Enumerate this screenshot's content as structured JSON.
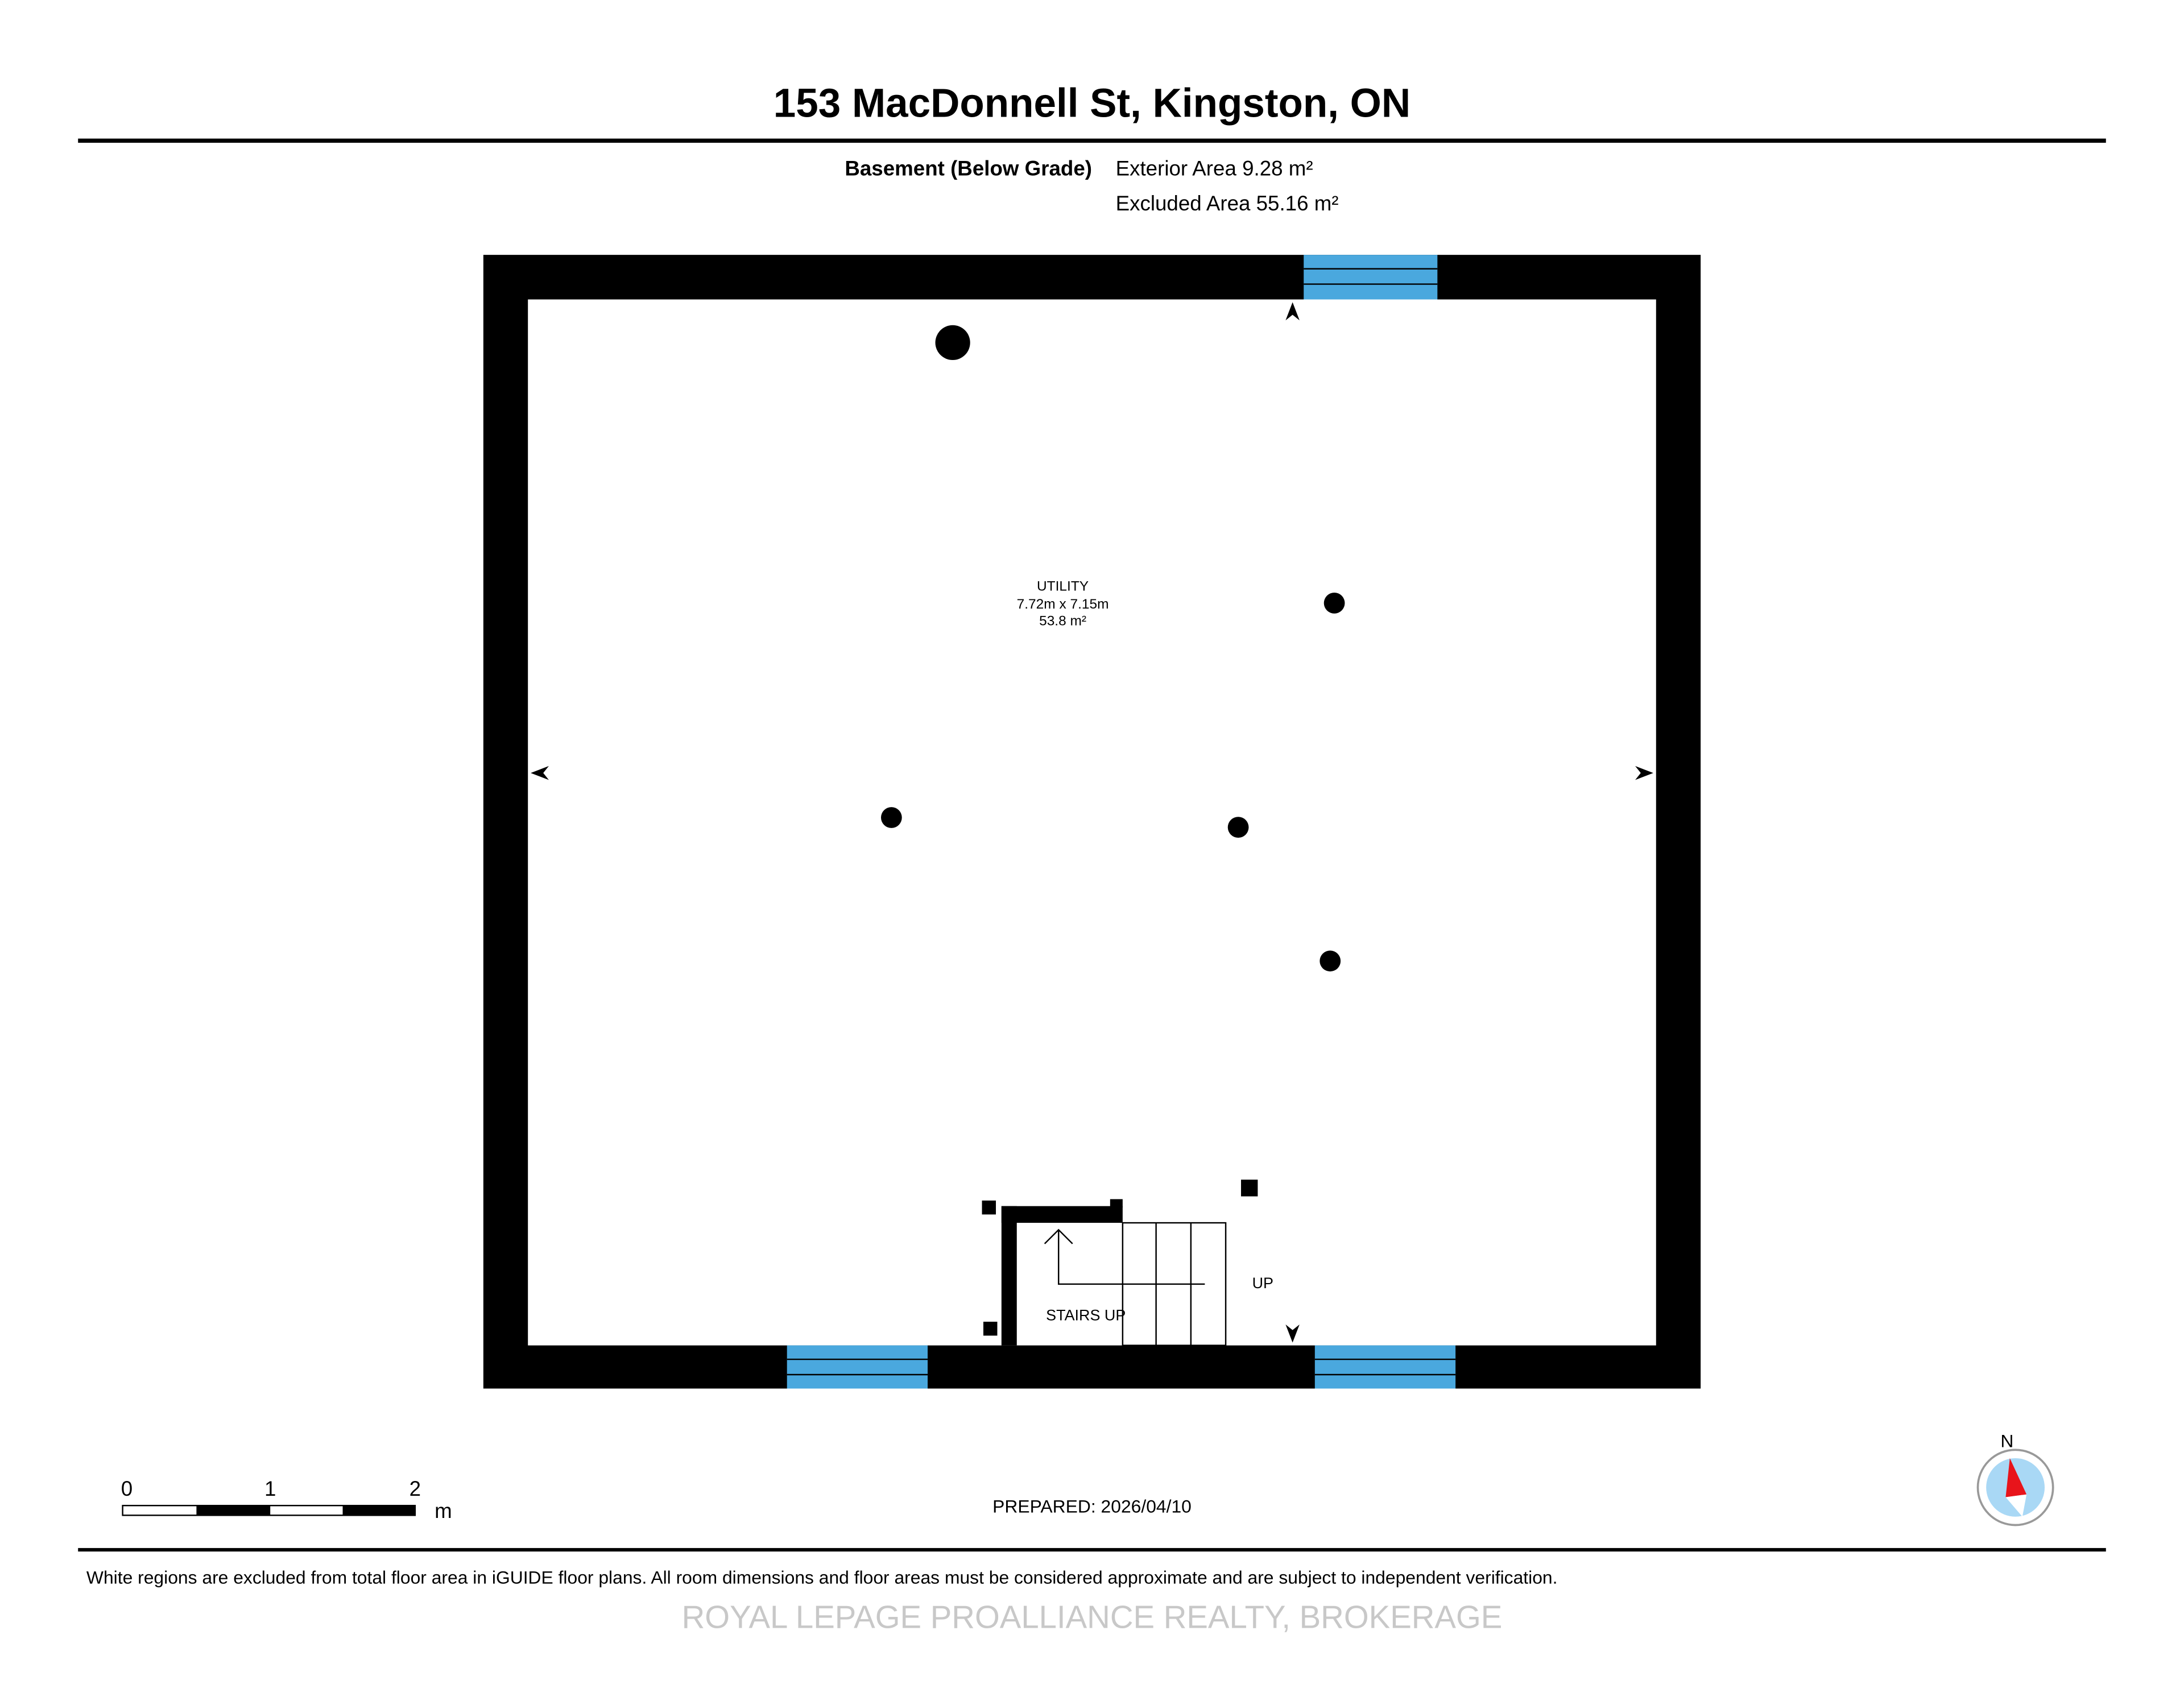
{
  "header": {
    "title": "153 MacDonnell St, Kingston, ON",
    "floor_label": "Basement (Below Grade)",
    "exterior_area": "Exterior Area 9.28 m²",
    "excluded_area": "Excluded Area 55.16 m²"
  },
  "plan": {
    "room": {
      "name": "UTILITY",
      "dimensions": "7.72m x 7.15m",
      "area": "53.8 m²"
    },
    "stairs_label": "STAIRS UP",
    "up_label": "UP",
    "colors": {
      "wall": "#000000",
      "window": "#4aa8de"
    }
  },
  "scale_bar": {
    "labels": [
      "0",
      "1",
      "2"
    ],
    "unit": "m"
  },
  "compass": {
    "label": "N",
    "needle_color": "#e8141b",
    "face_color": "#a9d8f5"
  },
  "prepared": "PREPARED: 2026/04/10",
  "footer": {
    "disclaimer": "White regions are excluded from total floor area in iGUIDE floor plans. All room dimensions and floor areas must be considered approximate and are subject to independent verification.",
    "watermark": "ROYAL LEPAGE PROALLIANCE REALTY, BROKERAGE"
  }
}
